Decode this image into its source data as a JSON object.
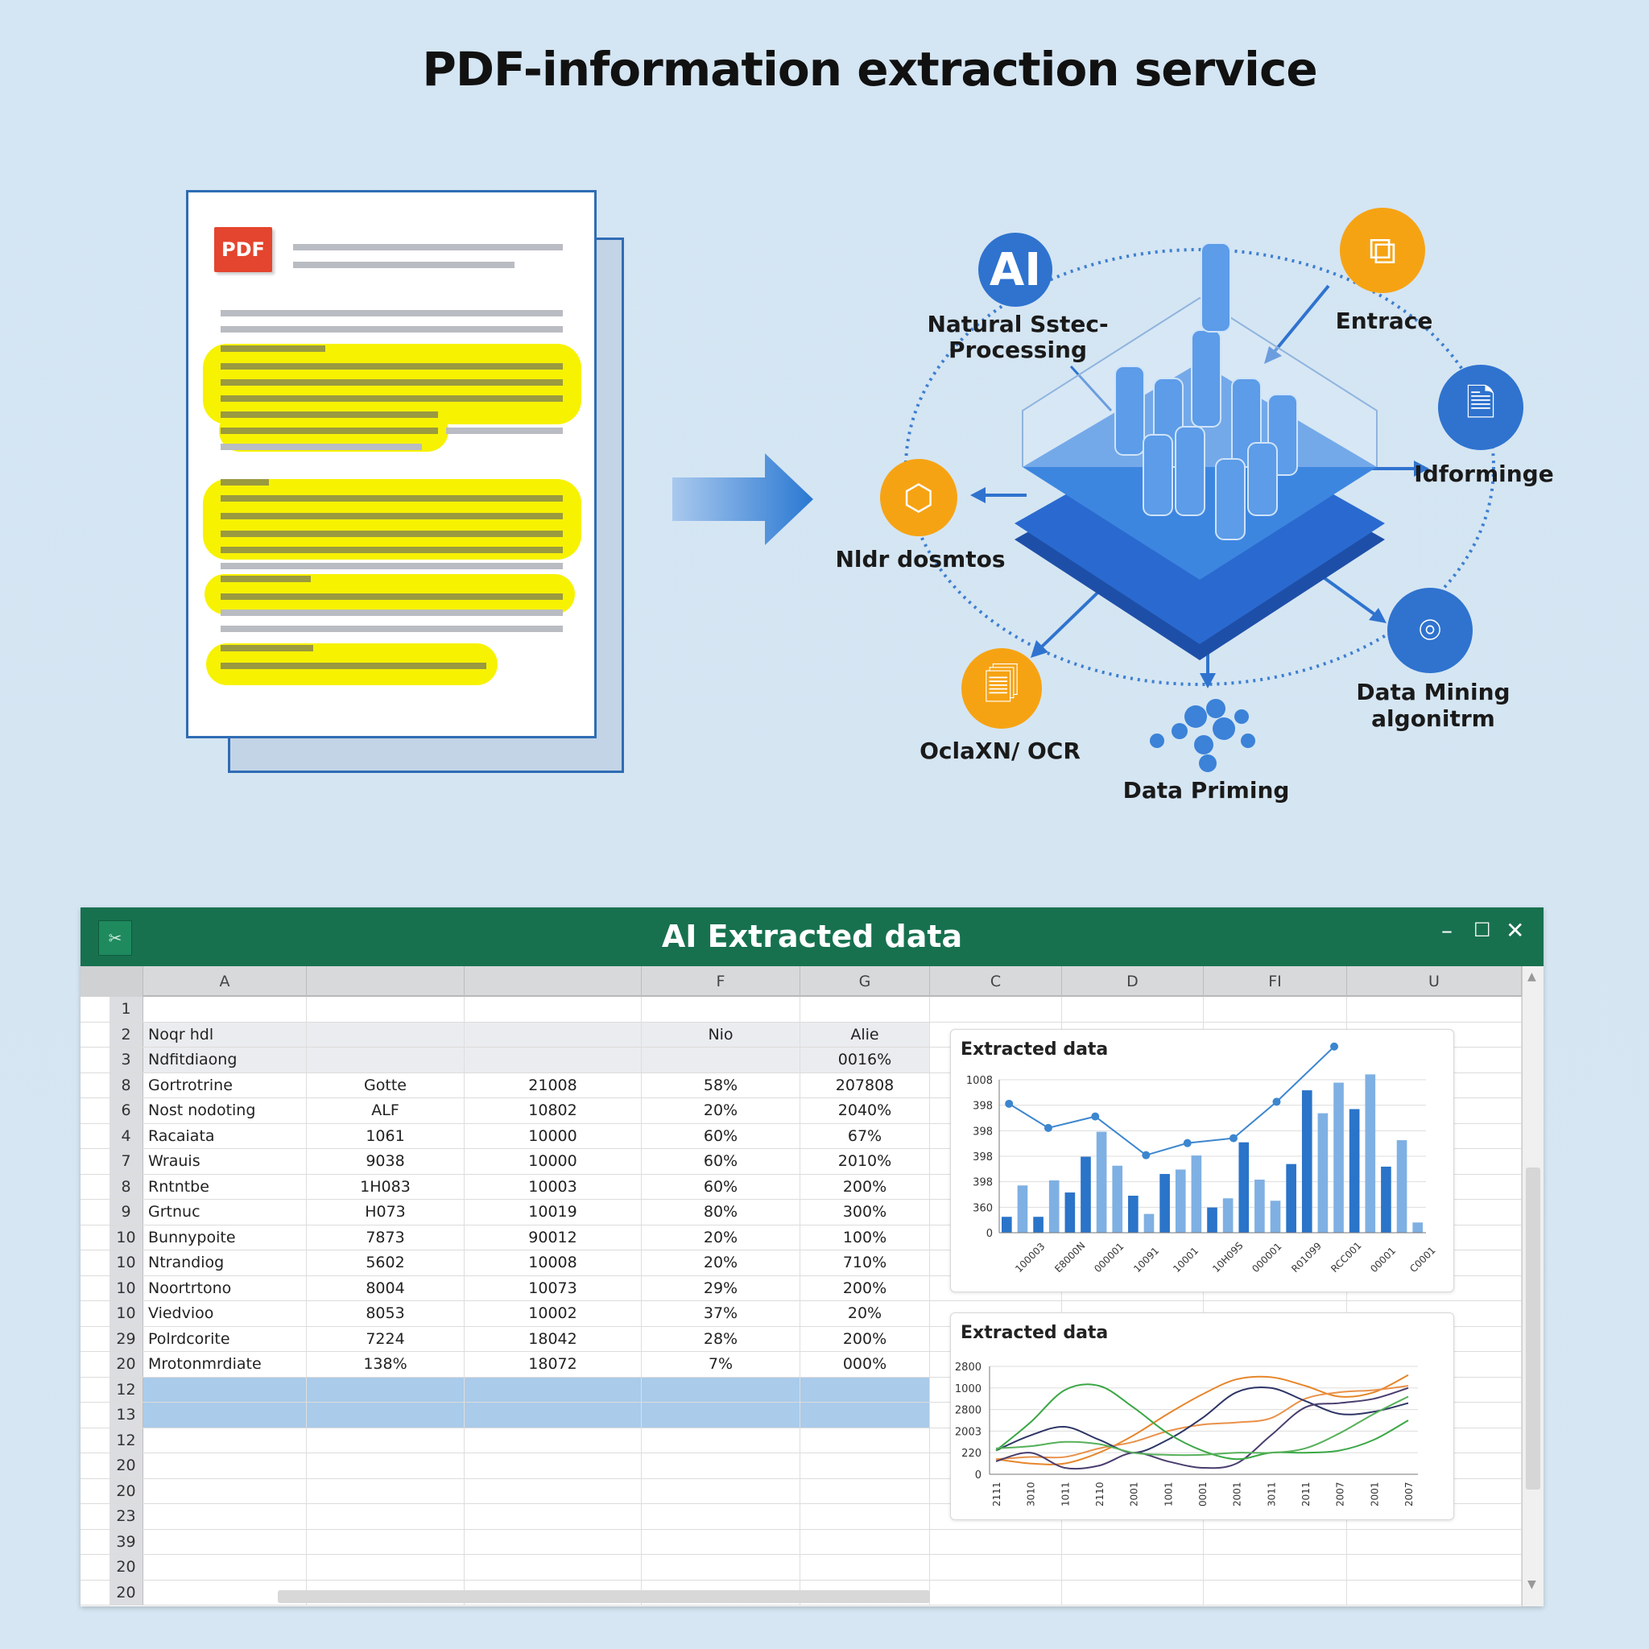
{
  "title": "PDF-information extraction service",
  "pdf": {
    "badge": "PDF"
  },
  "diagram": {
    "ai_badge": "AI",
    "nodes": {
      "nlp": [
        "Natural Sstec-",
        "Processing"
      ],
      "entrace": "Entrace",
      "informinge": "Idforminge",
      "nldr": "Nldr dosmtos",
      "mining": [
        "Data Mining",
        "algonitrm"
      ],
      "ocr": "OclaXN/ OCR",
      "priming": "Data Priming"
    },
    "colors": {
      "orange": "#f6a313",
      "blue": "#2f73cf"
    }
  },
  "window": {
    "title": "AI Extracted data",
    "app_icon": "excel-icon",
    "controls": {
      "minimize": "–",
      "maximize": "☐",
      "close": "✕"
    },
    "columns": [
      "A",
      "",
      "",
      "F",
      "G",
      "C",
      "D",
      "FI",
      "U"
    ],
    "rows": [
      {
        "n": "1",
        "cells": [
          "",
          "",
          "",
          "",
          ""
        ]
      },
      {
        "n": "2",
        "cells": [
          "Noqr hdl",
          "",
          "",
          "Nio",
          "Alie"
        ],
        "style": "grey"
      },
      {
        "n": "3",
        "cells": [
          "Ndfitdiaong",
          "",
          "",
          "",
          "0016%"
        ],
        "style": "grey"
      },
      {
        "n": "8",
        "cells": [
          "Gortrotrine",
          "Gotte",
          "21008",
          "58%",
          "207808"
        ]
      },
      {
        "n": "6",
        "cells": [
          "Nost nodoting",
          "ALF",
          "10802",
          "20%",
          "2040%"
        ]
      },
      {
        "n": "4",
        "cells": [
          "Racaiata",
          "1061",
          "10000",
          "60%",
          "67%"
        ]
      },
      {
        "n": "7",
        "cells": [
          "Wrauis",
          "9038",
          "10000",
          "60%",
          "2010%"
        ]
      },
      {
        "n": "8",
        "cells": [
          "Rntntbe",
          "1H083",
          "10003",
          "60%",
          "200%"
        ]
      },
      {
        "n": "9",
        "cells": [
          "Grtnuc",
          "H073",
          "10019",
          "80%",
          "300%"
        ]
      },
      {
        "n": "10",
        "cells": [
          "Bunnypoite",
          "7873",
          "90012",
          "20%",
          "100%"
        ]
      },
      {
        "n": "10",
        "cells": [
          "Ntrandiog",
          "5602",
          "10008",
          "20%",
          "710%"
        ]
      },
      {
        "n": "10",
        "cells": [
          "Noortrtono",
          "8004",
          "10073",
          "29%",
          "200%"
        ]
      },
      {
        "n": "10",
        "cells": [
          "Viedvioo",
          "8053",
          "10002",
          "37%",
          "20%"
        ]
      },
      {
        "n": "29",
        "cells": [
          "Polrdcorite",
          "7224",
          "18042",
          "28%",
          "200%"
        ]
      },
      {
        "n": "20",
        "cells": [
          "Mrotonmrdiate",
          "138%",
          "18072",
          "7%",
          "000%"
        ]
      },
      {
        "n": "12",
        "cells": [
          "",
          "",
          "",
          "",
          ""
        ],
        "style": "sel"
      },
      {
        "n": "13",
        "cells": [
          "",
          "",
          "",
          "",
          ""
        ],
        "style": "sel"
      },
      {
        "n": "12",
        "cells": [
          "",
          "",
          "",
          "",
          ""
        ]
      },
      {
        "n": "20",
        "cells": [
          "",
          "",
          "",
          "",
          ""
        ]
      },
      {
        "n": "20",
        "cells": [
          "",
          "",
          "",
          "",
          ""
        ]
      },
      {
        "n": "23",
        "cells": [
          "",
          "",
          "",
          "",
          ""
        ]
      },
      {
        "n": "39",
        "cells": [
          "",
          "",
          "",
          "",
          ""
        ]
      },
      {
        "n": "20",
        "cells": [
          "",
          "",
          "",
          "",
          ""
        ]
      },
      {
        "n": "20",
        "cells": [
          "",
          "",
          "",
          "",
          ""
        ]
      }
    ]
  },
  "chart_data": [
    {
      "type": "bar",
      "title": "Extracted data",
      "ylim": [
        0,
        1000
      ],
      "yticks": [
        "0",
        "360",
        "398",
        "398",
        "398",
        "398",
        "1008"
      ],
      "xticks": [
        "100003",
        "E8000N",
        "000001",
        "10091",
        "10001",
        "10H09S",
        "000001",
        "R01099",
        "RCC001",
        "00001",
        "C0001"
      ],
      "values": [
        104,
        309,
        104,
        342,
        263,
        497,
        660,
        438,
        242,
        123,
        384,
        413,
        505,
        165,
        225,
        591,
        347,
        209,
        449,
        931,
        781,
        981,
        808,
        1035,
        432,
        605,
        67
      ],
      "shades": [
        "d",
        "l",
        "d",
        "l",
        "d",
        "d",
        "l",
        "l",
        "d",
        "l",
        "d",
        "l",
        "l",
        "d",
        "l",
        "d",
        "l",
        "l",
        "d",
        "d",
        "l",
        "l",
        "d",
        "l",
        "d",
        "l",
        "l"
      ],
      "line": {
        "x": [
          0.023,
          0.115,
          0.225,
          0.344,
          0.441,
          0.549,
          0.65,
          0.785
        ],
        "y": [
          843,
          685,
          760,
          507,
          586,
          618,
          856,
          1217
        ]
      },
      "colors": {
        "dark": "#2a74c9",
        "light": "#7fb0e3",
        "line": "#3c86cf"
      }
    },
    {
      "type": "line",
      "title": "Extracted data",
      "ylim": [
        0,
        5
      ],
      "yticks": [
        "0",
        "220",
        "2003",
        "2800",
        "1000",
        "2800"
      ],
      "xticks": [
        "2111",
        "3010",
        "1011",
        "2110",
        "2001",
        "1001",
        "0001",
        "2001",
        "3011",
        "2011",
        "2007",
        "2001",
        "2007"
      ],
      "series": [
        {
          "name": "orange-1",
          "color": "#e6862a",
          "values": [
            0.7,
            0.5,
            0.5,
            1.0,
            1.8,
            2.8,
            3.7,
            4.4,
            4.5,
            4.1,
            3.6,
            3.8,
            4.6
          ]
        },
        {
          "name": "orange-2",
          "color": "#e9914a",
          "values": [
            0.7,
            0.8,
            0.8,
            1.2,
            1.5,
            2.0,
            2.3,
            2.4,
            2.6,
            3.5,
            3.8,
            3.9,
            4.1
          ]
        },
        {
          "name": "navy-1",
          "color": "#2d3566",
          "values": [
            1.1,
            1.8,
            2.2,
            1.6,
            1.0,
            1.6,
            2.6,
            3.8,
            4.0,
            3.4,
            2.8,
            2.9,
            3.3
          ]
        },
        {
          "name": "navy-2",
          "color": "#4a3d6e",
          "values": [
            0.6,
            1.0,
            0.3,
            0.4,
            1.0,
            0.6,
            0.3,
            0.5,
            1.8,
            3.1,
            3.3,
            3.5,
            4.0
          ]
        },
        {
          "name": "green-1",
          "color": "#3aa745",
          "values": [
            1.1,
            2.4,
            3.9,
            4.1,
            3.1,
            1.9,
            1.1,
            0.7,
            1.0,
            1.0,
            1.1,
            1.6,
            2.5
          ]
        },
        {
          "name": "green-2",
          "color": "#56b05a",
          "values": [
            1.2,
            1.3,
            1.5,
            1.4,
            1.0,
            0.9,
            0.9,
            1.0,
            1.0,
            1.2,
            1.9,
            2.8,
            3.6
          ]
        }
      ]
    }
  ]
}
